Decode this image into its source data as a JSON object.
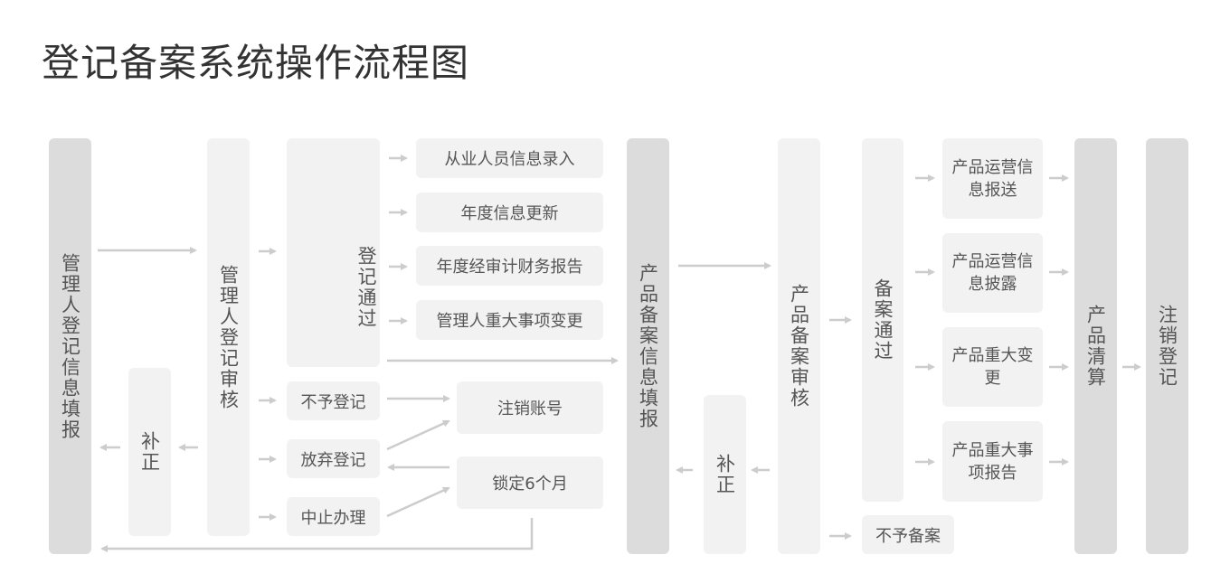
{
  "title": "登记备案系统操作流程图",
  "manager": {
    "fill": "管理人登记信息填报",
    "correct": "补正",
    "review": "管理人登记审核",
    "passed": "登记通过",
    "passed_items": [
      "从业人员信息录入",
      "年度信息更新",
      "年度经审计财务报告",
      "管理人重大事项变更"
    ],
    "reject": "不予登记",
    "abandon": "放弃登记",
    "suspend": "中止办理",
    "cancel_account": "注销账号",
    "lock": "锁定6个月"
  },
  "product": {
    "fill": "产品备案信息填报",
    "correct": "补正",
    "review": "产品备案审核",
    "passed": "备案通过",
    "reject": "不予备案",
    "passed_items": [
      "产品运营信息报送",
      "产品运营信息披露",
      "产品重大变更",
      "产品重大事项报告"
    ],
    "liquidation": "产品清算",
    "deregister": "注销登记"
  },
  "colors": {
    "dark_box": "#dcdcdc",
    "light_box": "#f2f2f2",
    "arrow": "#cccccc",
    "text": "#555555"
  }
}
